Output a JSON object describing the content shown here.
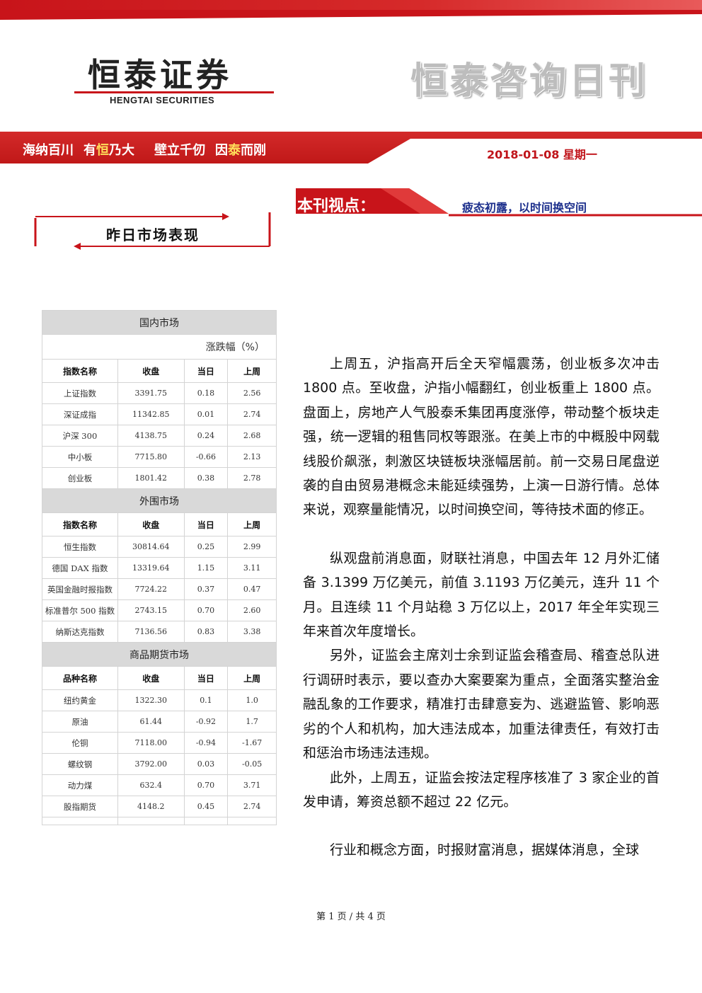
{
  "header": {
    "logo_cn": "恒泰证券",
    "logo_en": "HENGTAI SECURITIES",
    "publication_title": "恒泰咨询日刊",
    "slogan_parts": [
      "海纳百川",
      "有",
      "恒",
      "乃大",
      "壁立千仞",
      "因",
      "泰",
      "而刚"
    ],
    "date": "2018-01-08",
    "weekday": "星期一",
    "colors": {
      "brand_red": "#c8141a",
      "headline_blue": "#1c2f8c",
      "slogan_highlight": "#ffde5a"
    }
  },
  "viewpoint": {
    "label": "本刊视点：",
    "headline": "疲态初露，以时间换空间"
  },
  "section_title": "昨日市场表现",
  "market_table": {
    "domestic_title": "国内市场",
    "change_unit_label": "涨跌幅（%）",
    "index_headers": [
      "指数名称",
      "收盘",
      "当日",
      "上周"
    ],
    "domestic_rows": [
      [
        "上证指数",
        "3391.75",
        "0.18",
        "2.56"
      ],
      [
        "深证成指",
        "11342.85",
        "0.01",
        "2.74"
      ],
      [
        "沪深 300",
        "4138.75",
        "0.24",
        "2.68"
      ],
      [
        "中小板",
        "7715.80",
        "-0.66",
        "2.13"
      ],
      [
        "创业板",
        "1801.42",
        "0.38",
        "2.78"
      ]
    ],
    "foreign_title": "外围市场",
    "foreign_rows": [
      [
        "恒生指数",
        "30814.64",
        "0.25",
        "2.99"
      ],
      [
        "德国 DAX 指数",
        "13319.64",
        "1.15",
        "3.11"
      ],
      [
        "英国金融时报指数",
        "7724.22",
        "0.37",
        "0.47"
      ],
      [
        "标准普尔 500 指数",
        "2743.15",
        "0.70",
        "2.60"
      ],
      [
        "纳斯达克指数",
        "7136.56",
        "0.83",
        "3.38"
      ]
    ],
    "futures_title": "商品期货市场",
    "futures_headers": [
      "品种名称",
      "收盘",
      "当日",
      "上周"
    ],
    "futures_rows": [
      [
        "纽约黄金",
        "1322.30",
        "0.1",
        "1.0"
      ],
      [
        "原油",
        "61.44",
        "-0.92",
        "1.7"
      ],
      [
        "伦铜",
        "7118.00",
        "-0.94",
        "-1.67"
      ],
      [
        "螺纹钢",
        "3792.00",
        "0.03",
        "-0.05"
      ],
      [
        "动力煤",
        "632.4",
        "0.70",
        "3.71"
      ],
      [
        "股指期货",
        "4148.2",
        "0.45",
        "2.74"
      ]
    ]
  },
  "body": {
    "p1": "上周五，沪指高开后全天窄幅震荡，创业板多次冲击 1800 点。至收盘，沪指小幅翻红，创业板重上 1800 点。盘面上，房地产人气股泰禾集团再度涨停，带动整个板块走强，统一逻辑的租售同权等跟涨。在美上市的中概股中网载线股价飙涨，刺激区块链板块涨幅居前。前一交易日尾盘逆袭的自由贸易港概念未能延续强势，上演一日游行情。总体来说，观察量能情况，以时间换空间，等待技术面的修正。",
    "p2": "纵观盘前消息面，财联社消息，中国去年 12 月外汇储备 3.1399 万亿美元，前值 3.1193 万亿美元，连升 11 个月。且连续 11 个月站稳 3 万亿以上，2017 年全年实现三年来首次年度增长。",
    "p3": "另外，证监会主席刘士余到证监会稽查局、稽查总队进行调研时表示，要以查办大案要案为重点，全面落实整治金融乱象的工作要求，精准打击肆意妄为、逃避监管、影响恶劣的个人和机构，加大违法成本，加重法律责任，有效打击和惩治市场违法违规。",
    "p4": "此外，上周五，证监会按法定程序核准了 3 家企业的首发申请，筹资总额不超过 22 亿元。",
    "p5": "行业和概念方面，时报财富消息，据媒体消息，全球"
  },
  "footer": {
    "page_label": "第 1 页 / 共 4 页"
  }
}
